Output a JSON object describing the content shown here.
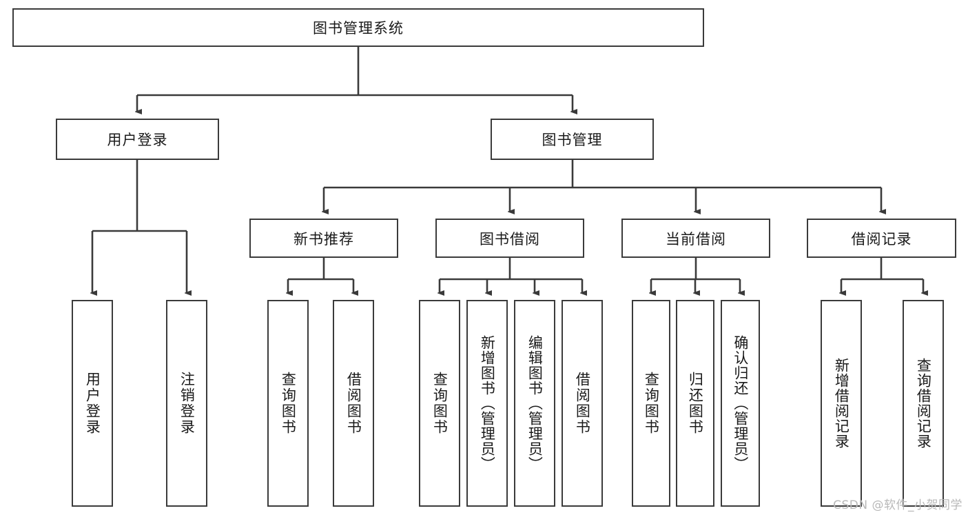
{
  "diagram": {
    "title": "图书管理系统",
    "watermark": "CSDN @软件_小贺同学",
    "line_color": "#3a3a3a",
    "text_color": "#1a1a1a",
    "background": "#ffffff",
    "root": {
      "label": "图书管理系统"
    },
    "level2": [
      {
        "label": "用户登录"
      },
      {
        "label": "图书管理"
      }
    ],
    "level3": [
      {
        "label": "新书推荐"
      },
      {
        "label": "图书借阅"
      },
      {
        "label": "当前借阅"
      },
      {
        "label": "借阅记录"
      }
    ],
    "leaves": {
      "user_login": [
        {
          "label": "用户登录"
        },
        {
          "label": "注销登录"
        }
      ],
      "new_book": [
        {
          "label": "查询图书"
        },
        {
          "label": "借阅图书"
        }
      ],
      "book_borrow": [
        {
          "label": "查询图书"
        },
        {
          "label": "新增图书（管理员）"
        },
        {
          "label": "编辑图书（管理员）"
        },
        {
          "label": "借阅图书"
        }
      ],
      "current_borrow": [
        {
          "label": "查询图书"
        },
        {
          "label": "归还图书"
        },
        {
          "label": "确认归还（管理员）"
        }
      ],
      "borrow_record": [
        {
          "label": "新增借阅记录"
        },
        {
          "label": "查询借阅记录"
        }
      ]
    }
  }
}
